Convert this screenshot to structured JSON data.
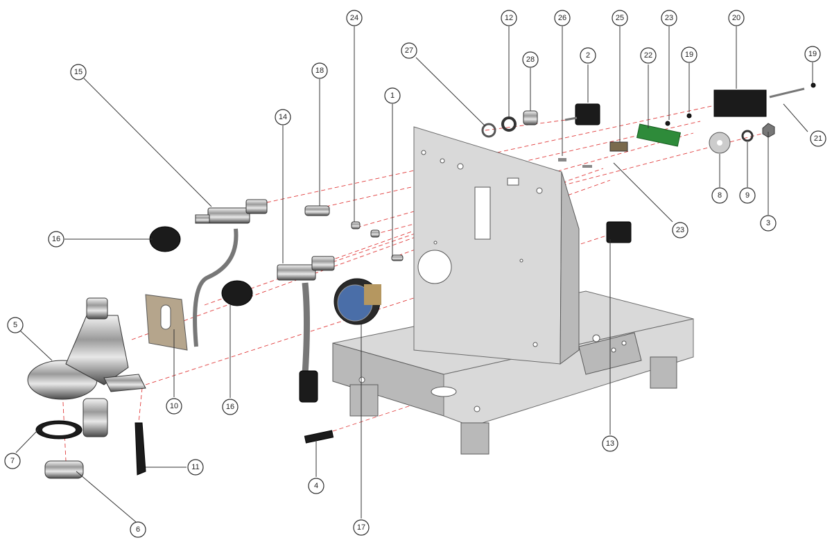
{
  "diagram": {
    "parts": [
      {
        "id": "p1",
        "label": "1"
      },
      {
        "id": "p2",
        "label": "2"
      },
      {
        "id": "p3",
        "label": "3"
      },
      {
        "id": "p4",
        "label": "4"
      },
      {
        "id": "p5",
        "label": "5"
      },
      {
        "id": "p6",
        "label": "6"
      },
      {
        "id": "p7",
        "label": "7"
      },
      {
        "id": "p8",
        "label": "8"
      },
      {
        "id": "p9",
        "label": "9"
      },
      {
        "id": "p10",
        "label": "10"
      },
      {
        "id": "p11",
        "label": "11"
      },
      {
        "id": "p12",
        "label": "12"
      },
      {
        "id": "p13",
        "label": "13"
      },
      {
        "id": "p14",
        "label": "14"
      },
      {
        "id": "p15",
        "label": "15"
      },
      {
        "id": "p16a",
        "label": "16"
      },
      {
        "id": "p16b",
        "label": "16"
      },
      {
        "id": "p17",
        "label": "17"
      },
      {
        "id": "p18",
        "label": "18"
      },
      {
        "id": "p19a",
        "label": "19"
      },
      {
        "id": "p19b",
        "label": "19"
      },
      {
        "id": "p20",
        "label": "20"
      },
      {
        "id": "p21",
        "label": "21"
      },
      {
        "id": "p22",
        "label": "22"
      },
      {
        "id": "p23a",
        "label": "23"
      },
      {
        "id": "p23b",
        "label": "23"
      },
      {
        "id": "p24",
        "label": "24"
      },
      {
        "id": "p25",
        "label": "25"
      },
      {
        "id": "p26",
        "label": "26"
      },
      {
        "id": "p27",
        "label": "27"
      },
      {
        "id": "p28",
        "label": "28"
      }
    ]
  },
  "colors": {
    "assembly_line": "#e03a3a",
    "sheet_metal": "#d9d9d9",
    "pcb": "#2e8b3a",
    "knob": "#1b1b1b"
  }
}
